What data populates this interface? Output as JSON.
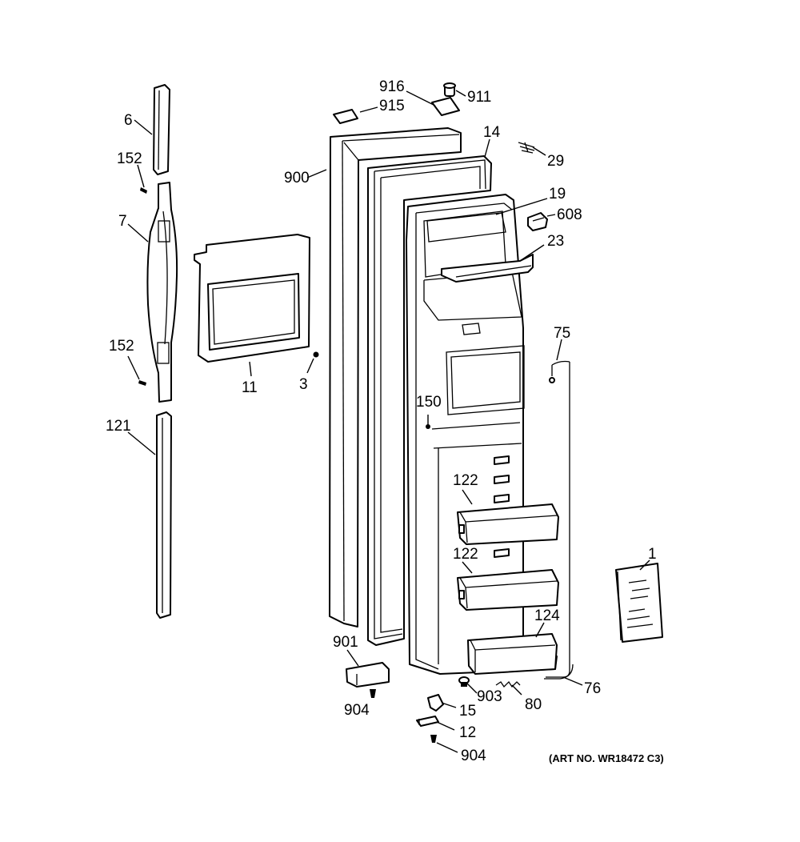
{
  "callouts": {
    "c1": "1",
    "c3": "3",
    "c6": "6",
    "c7": "7",
    "c11": "11",
    "c12": "12",
    "c14": "14",
    "c15": "15",
    "c19": "19",
    "c23": "23",
    "c29": "29",
    "c75": "75",
    "c76": "76",
    "c80": "80",
    "c121": "121",
    "c122a": "122",
    "c122b": "122",
    "c124": "124",
    "c150": "150",
    "c152a": "152",
    "c152b": "152",
    "c608": "608",
    "c900": "900",
    "c901": "901",
    "c903": "903",
    "c904a": "904",
    "c904b": "904",
    "c911": "911",
    "c915": "915",
    "c916": "916"
  },
  "art_number": "(ART NO. WR18472 C3)",
  "colors": {
    "line": "#000000",
    "background": "#ffffff"
  }
}
